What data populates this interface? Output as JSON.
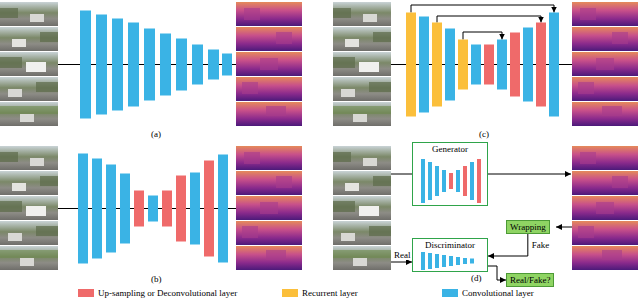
{
  "diagram": {
    "nodes": [
      {
        "text": [
          "Generator"
        ]
      },
      {
        "text": [
          "Wrapping"
        ]
      },
      {
        "text": [
          "Discriminator"
        ]
      },
      {
        "text": [
          "Real/Fake?"
        ]
      }
    ],
    "edges": [
      {
        "from": 1,
        "to": 2,
        "label": "Fake",
        "arrow": "to"
      },
      {
        "from": 2,
        "to": 3,
        "arrow": "to"
      }
    ],
    "labels": [
      "(a)",
      "(b)",
      "(c)",
      "(d)",
      "Real"
    ],
    "legend": [
      {
        "text": "Up-sampling or Deconvolutional layer",
        "color": "#ef6a6a"
      },
      {
        "text": "Recurrent layer",
        "color": "#fbbf3b"
      },
      {
        "text": "Convolutional layer",
        "color": "#3ab3e5"
      }
    ]
  }
}
